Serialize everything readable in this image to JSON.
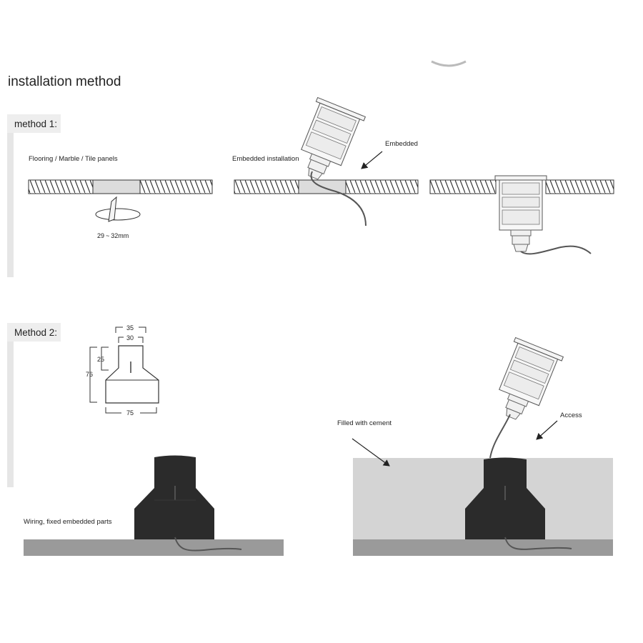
{
  "page": {
    "title": "installation method"
  },
  "method1": {
    "heading": "method 1:",
    "panel_label": "Flooring / Marble / Tile panels",
    "hole_size": "29",
    "hole_sep": "~",
    "hole_unit": "32mm",
    "embedded_install_label": "Embedded installation",
    "embedded_label": "Embedded"
  },
  "method2": {
    "heading": "Method 2:",
    "dim_top": "35",
    "dim_inner": "30",
    "dim_upper_height": "25",
    "dim_total_height": "76",
    "dim_base": "75",
    "wiring_label": "Wiring, fixed embedded parts",
    "cement_label": "Filled with cement",
    "access_label": "Access"
  },
  "colors": {
    "panel_fill": "#dcdcdc",
    "hatch": "#333333",
    "sleeve": "#2b2b2b",
    "ground": "#9a9a9a",
    "cement": "#d4d4d4",
    "cable": "#555555",
    "side_bar": "#e6e6e6"
  }
}
